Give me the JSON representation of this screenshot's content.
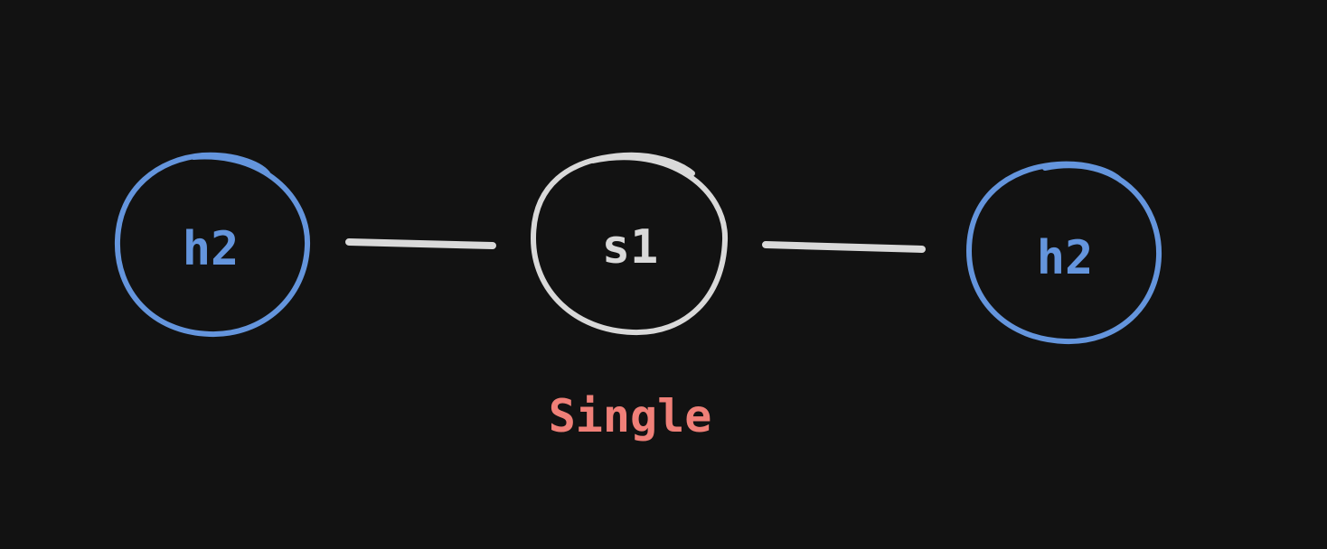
{
  "nodes": {
    "left": {
      "label": "h2",
      "color": "#6495dd"
    },
    "center": {
      "label": "s1",
      "color": "#d9d9d9"
    },
    "right": {
      "label": "h2",
      "color": "#6495dd"
    }
  },
  "edge_color": "#d9d9d9",
  "caption": {
    "text": "Single",
    "color": "#f08078"
  },
  "background": "#121212"
}
